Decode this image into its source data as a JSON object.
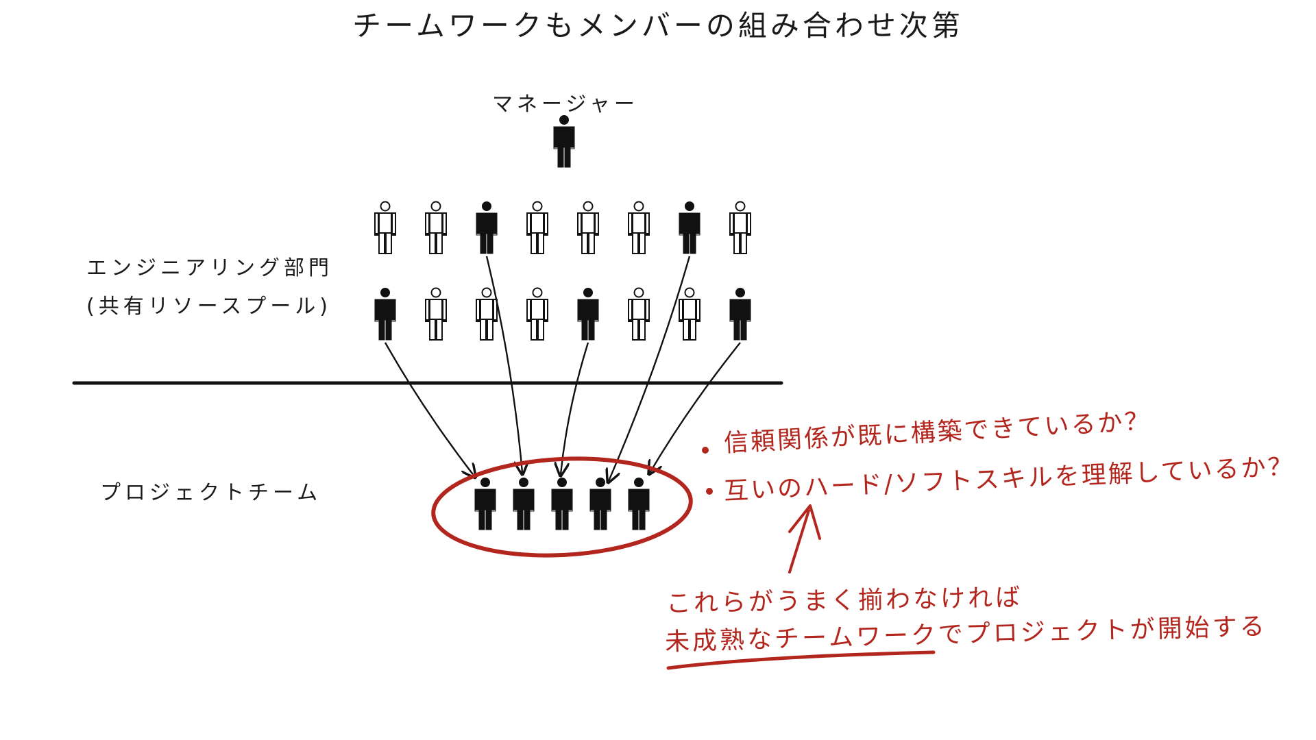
{
  "title": "チームワークもメンバーの組み合わせ次第",
  "labels": {
    "manager": "マネージャー",
    "department_line1": "エンジニアリング部門",
    "department_line2": "(共有リソースプール)",
    "project_team": "プロジェクトチーム"
  },
  "questions": [
    "信頼関係が既に構築できているか？",
    "互いのハード/ソフトスキルを理解しているか？"
  ],
  "conclusion": {
    "line1": "これらがうまく揃わなければ",
    "line2_underlined": "未成熟なチームワーク",
    "line2_rest": "でプロジェクトが開始する"
  },
  "pool": {
    "row1_selected": [
      false,
      false,
      true,
      false,
      false,
      false,
      true,
      false
    ],
    "row2_selected": [
      true,
      false,
      false,
      false,
      true,
      false,
      false,
      true
    ]
  },
  "team_size": 5,
  "colors": {
    "ink": "#111111",
    "accent_red": "#b3261e",
    "background": "#ffffff"
  }
}
